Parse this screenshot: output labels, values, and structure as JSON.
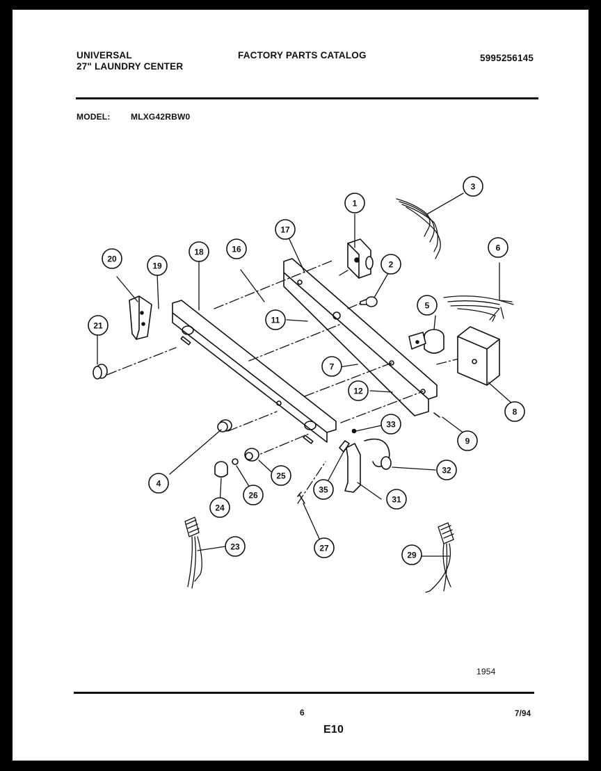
{
  "header": {
    "brand_line1": "UNIVERSAL",
    "brand_line2": "27\" LAUNDRY CENTER",
    "catalog_title": "FACTORY PARTS CATALOG",
    "part_number": "5995256145"
  },
  "model": {
    "label": "MODEL:",
    "value": "MLXG42RBW0"
  },
  "diagram": {
    "callouts": [
      "1",
      "2",
      "3",
      "4",
      "5",
      "6",
      "7",
      "8",
      "9",
      "11",
      "12",
      "16",
      "17",
      "18",
      "19",
      "20",
      "21",
      "23",
      "24",
      "25",
      "26",
      "27",
      "29",
      "31",
      "32",
      "33",
      "35"
    ]
  },
  "footer": {
    "figure_code": "1954",
    "page_number": "6",
    "date": "7/94",
    "section_code": "E10"
  }
}
